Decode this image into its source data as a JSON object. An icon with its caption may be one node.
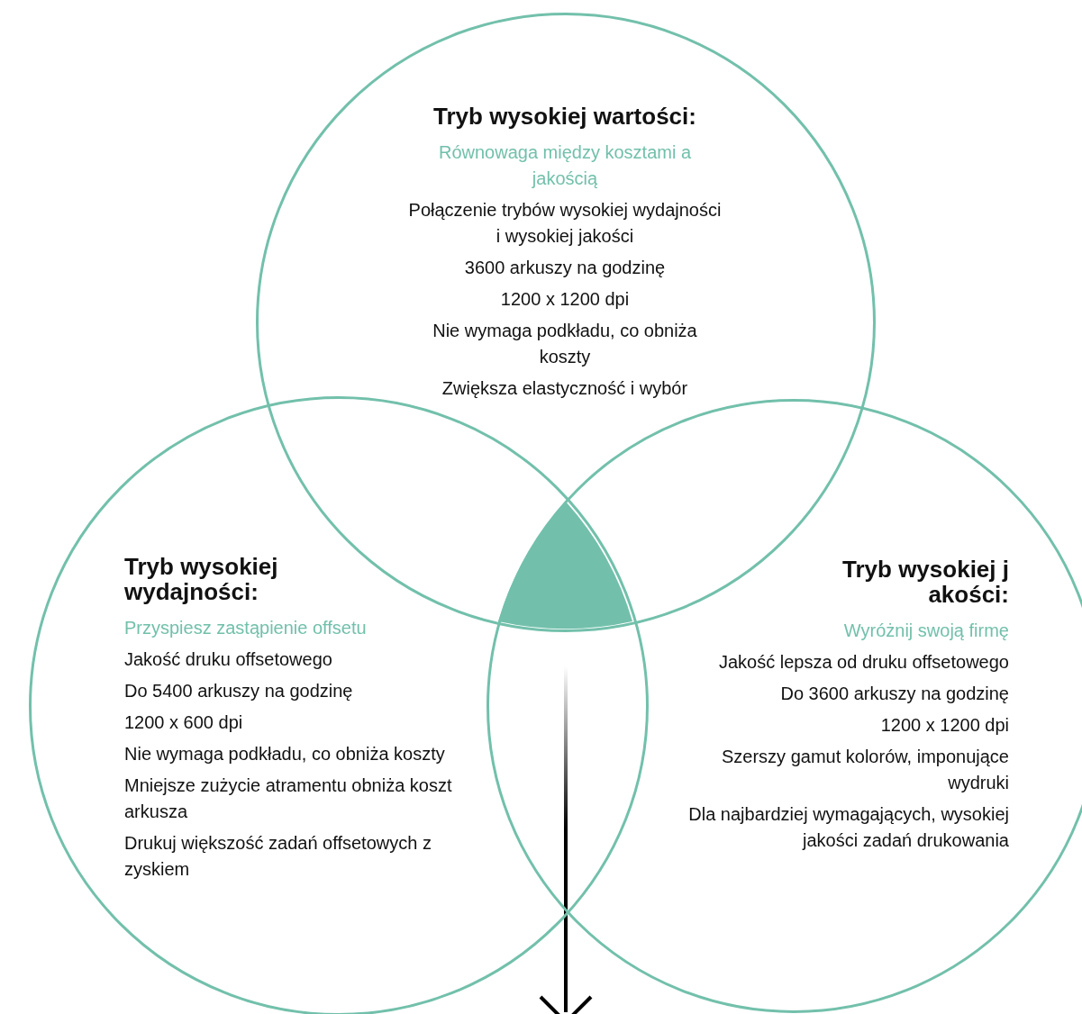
{
  "diagram": {
    "nodes": [
      {
        "text": [
          "Tryb wysokiej wartości:",
          "Równowaga między kosztami a jakością",
          "Połączenie trybów wysokiej wydajności i wysokiej jakości",
          "3600 arkuszy na godzinę",
          "1200 x 1200 dpi",
          "Nie wymaga podkładu, co obniża koszty",
          "Zwiększa elastyczność i wybór"
        ]
      },
      {
        "text": [
          "Tryb wysokiej wydajności:",
          "Przyspiesz zastąpienie offsetu",
          "Jakość druku offsetowego",
          "Do 5400 arkuszy na godzinę",
          "1200 x 600 dpi",
          "Nie wymaga podkładu, co obniża koszty",
          "Mniejsze zużycie atramentu obniża koszt arkusza",
          "Drukuj większość zadań offsetowych z zyskiem"
        ]
      },
      {
        "text": [
          "Tryb wysokiej j akości:",
          "Wyróżnij swoją firmę",
          "Jakość lepsza od druku offsetowego",
          "Do 3600 arkuszy na godzinę",
          "1200 x 1200 dpi",
          "Szerszy gamut kolorów, imponujące wydruki",
          "Dla najbardziej wymagających, wysokiej jakości zadań drukowania"
        ]
      },
      {
        "text": [],
        "shape": "triangle"
      }
    ]
  }
}
